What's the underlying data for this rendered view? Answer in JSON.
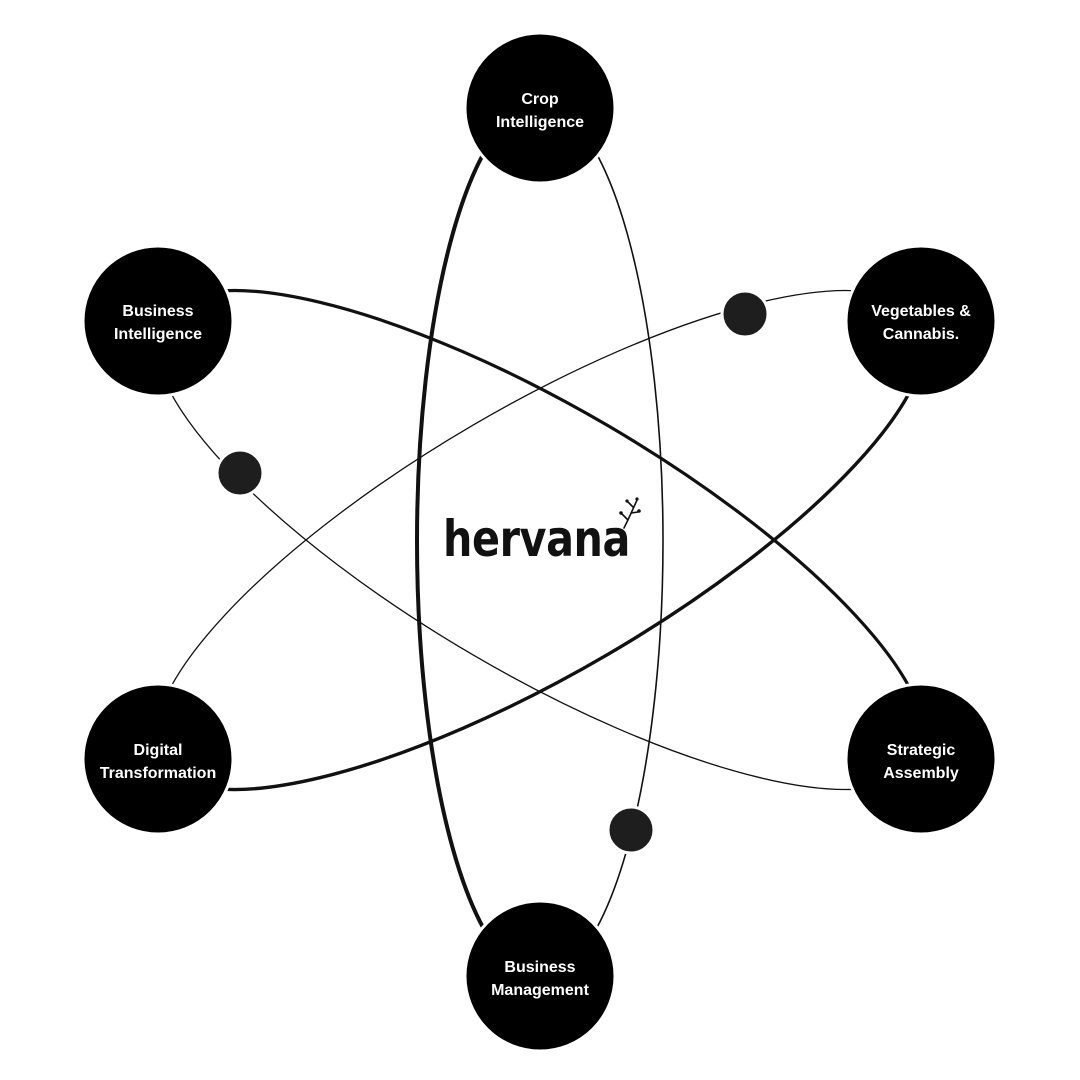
{
  "brand": {
    "name": "hervana",
    "logo_icon": "sprout-icon",
    "color": "#111111"
  },
  "colors": {
    "background": "#ffffff",
    "node_fill": "#000000",
    "node_text": "#ffffff",
    "orbit_stroke": "#111111",
    "electron_fill": "#1e1e1e"
  },
  "nodes": [
    {
      "id": "crop-intelligence",
      "lines": [
        "Crop",
        "Intelligence"
      ]
    },
    {
      "id": "vegetables-cannabis",
      "lines": [
        "Vegetables &",
        "Cannabis."
      ]
    },
    {
      "id": "strategic-assembly",
      "lines": [
        "Strategic",
        "Assembly"
      ]
    },
    {
      "id": "business-management",
      "lines": [
        "Business",
        "Management"
      ]
    },
    {
      "id": "digital-transformation",
      "lines": [
        "Digital",
        "Transformation"
      ]
    },
    {
      "id": "business-intelligence",
      "lines": [
        "Business",
        "Intelligence"
      ]
    }
  ]
}
